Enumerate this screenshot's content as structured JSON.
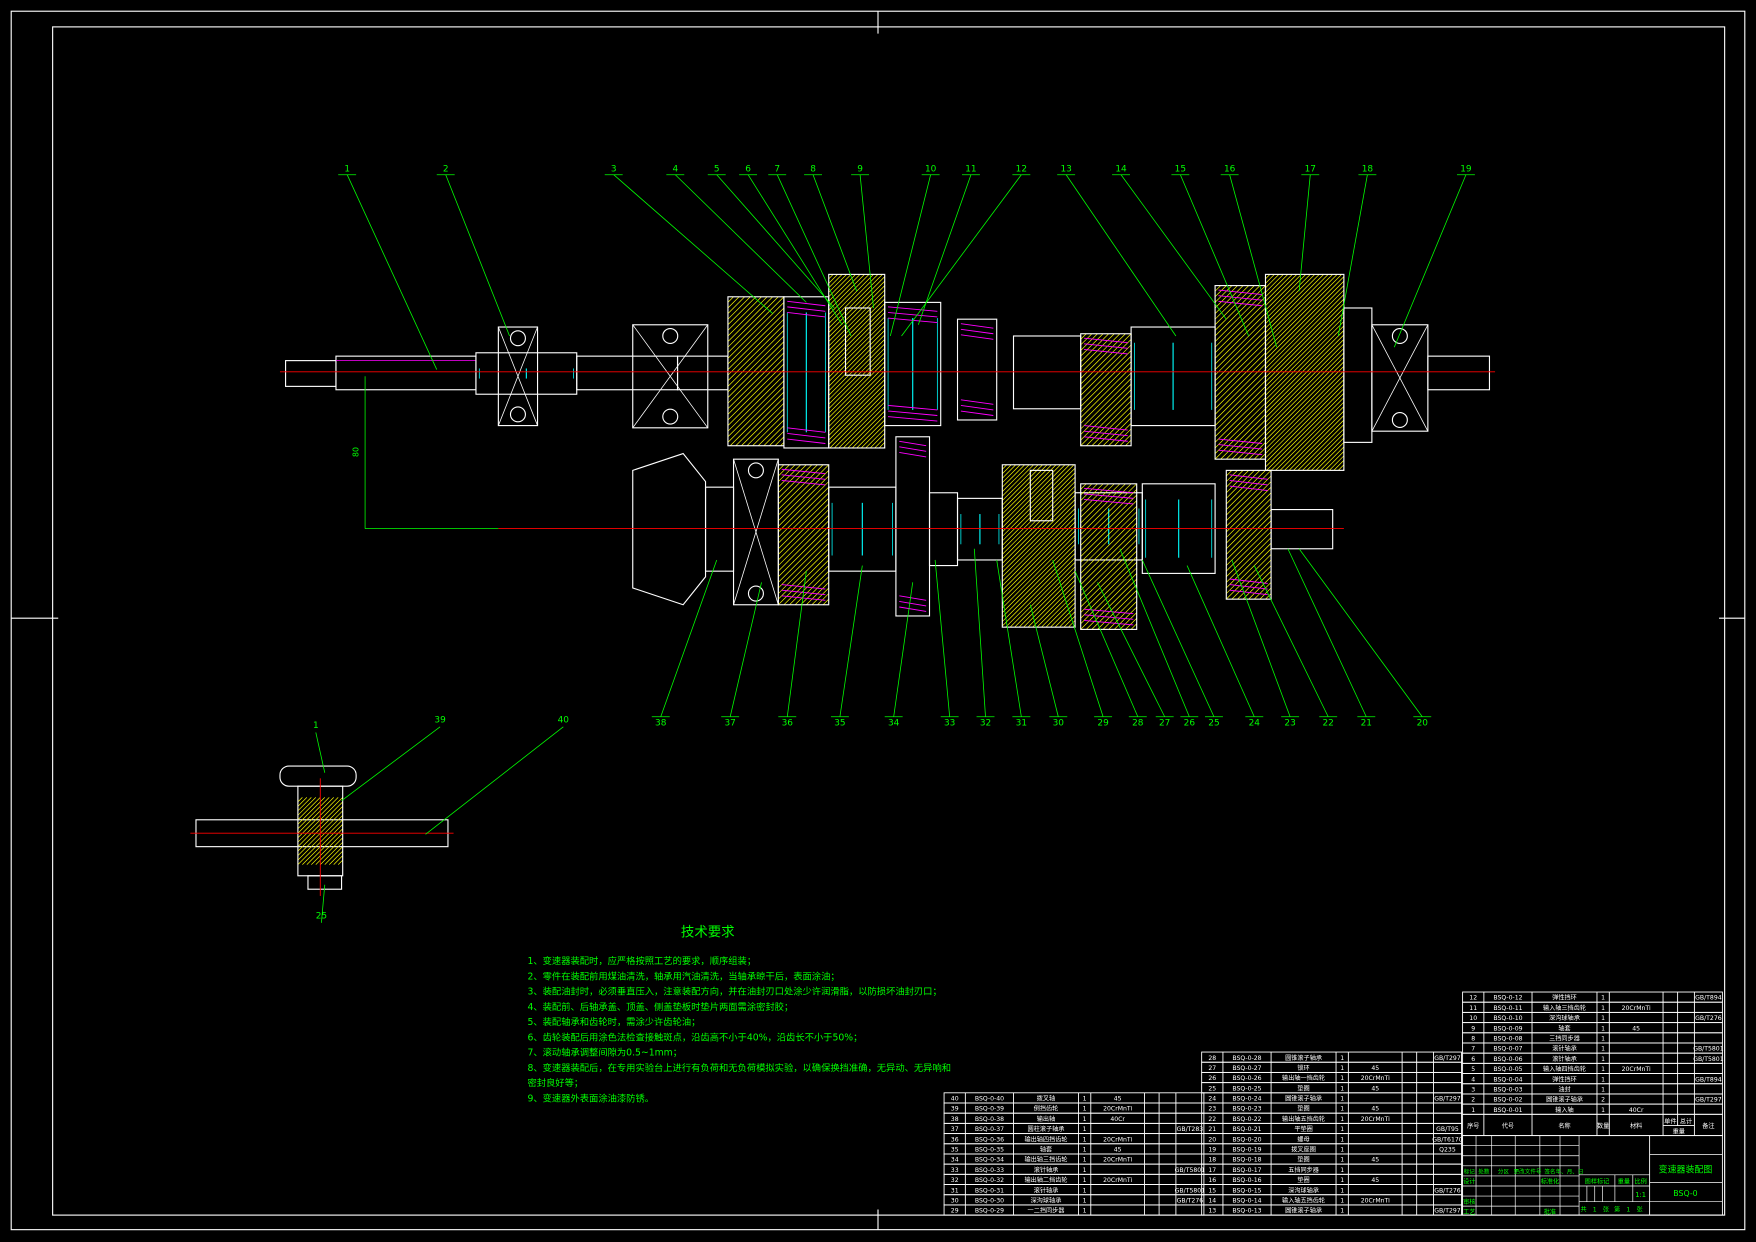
{
  "colors": {
    "background": "#000000",
    "outline": "#ffffff",
    "hatch": "#ffff00",
    "centerline": "#ff0000",
    "leader": "#00ff00",
    "bearing": "#00ffff",
    "thread": "#ff00ff"
  },
  "balloons_top": [
    "1",
    "2",
    "3",
    "4",
    "5",
    "6",
    "7",
    "8",
    "9",
    "10",
    "11",
    "12",
    "13",
    "14",
    "15",
    "16",
    "17",
    "18",
    "19"
  ],
  "balloons_bottom": [
    "38",
    "37",
    "36",
    "35",
    "34",
    "33",
    "32",
    "31",
    "30",
    "29",
    "28",
    "27",
    "26",
    "25",
    "24",
    "23",
    "22",
    "21",
    "20"
  ],
  "detail_view": {
    "balloons": [
      "1",
      "39",
      "40",
      "25"
    ]
  },
  "center_distance": "80",
  "tech_requirements": {
    "title": "技术要求",
    "items": [
      "1、变速器装配时，应严格按照工艺的要求，顺序组装；",
      "2、零件在装配前用煤油清洗，轴承用汽油清洗，当轴承晾干后，表面涂油；",
      "3、装配油封时，必须垂直压入，注意装配方向，并在油封刃口处涂少许润滑脂，以防损坏油封刃口；",
      "4、装配前、后轴承盖、顶盖、侧盖垫板时垫片两面需涂密封胶；",
      "5、装配轴承和齿轮时，需涂少许齿轮油；",
      "6、齿轮装配后用涂色法检查接触斑点，沿齿高不小于40%，沿齿长不小于50%；",
      "7、滚动轴承调整间隙为0.5~1mm；",
      "8、变速器装配后，在专用实验台上进行有负荷和无负荷模拟实验，以确保换挡准确，无异动、无异响和",
      "密封良好等；",
      "9、变速器外表面涂油漆防锈。"
    ]
  },
  "parts_header": [
    "序号",
    "代号",
    "名称",
    "数量",
    "材料",
    "单件",
    "总计",
    "备注"
  ],
  "parts_header_weight": "重量",
  "parts": [
    {
      "no": "40",
      "code": "BSQ-0-40",
      "name": "拨叉轴",
      "qty": "1",
      "material": "45",
      "note": ""
    },
    {
      "no": "39",
      "code": "BSQ-0-39",
      "name": "倒挡齿轮",
      "qty": "1",
      "material": "20CrMnTi",
      "note": ""
    },
    {
      "no": "38",
      "code": "BSQ-0-38",
      "name": "输出轴",
      "qty": "1",
      "material": "40Cr",
      "note": ""
    },
    {
      "no": "37",
      "code": "BSQ-0-37",
      "name": "圆柱滚子轴承",
      "qty": "1",
      "material": "",
      "note": "GB/T283"
    },
    {
      "no": "36",
      "code": "BSQ-0-36",
      "name": "输出轴四挡齿轮",
      "qty": "1",
      "material": "20CrMnTi",
      "note": ""
    },
    {
      "no": "35",
      "code": "BSQ-0-35",
      "name": "轴套",
      "qty": "1",
      "material": "45",
      "note": ""
    },
    {
      "no": "34",
      "code": "BSQ-0-34",
      "name": "输出轴三挡齿轮",
      "qty": "1",
      "material": "20CrMnTi",
      "note": ""
    },
    {
      "no": "33",
      "code": "BSQ-0-33",
      "name": "滚针轴承",
      "qty": "1",
      "material": "",
      "note": "GB/T5801"
    },
    {
      "no": "32",
      "code": "BSQ-0-32",
      "name": "输出轴二挡齿轮",
      "qty": "1",
      "material": "20CrMnTi",
      "note": ""
    },
    {
      "no": "31",
      "code": "BSQ-0-31",
      "name": "滚针轴承",
      "qty": "1",
      "material": "",
      "note": "GB/T5801"
    },
    {
      "no": "30",
      "code": "BSQ-0-30",
      "name": "深沟球轴承",
      "qty": "1",
      "material": "",
      "note": "GB/T276"
    },
    {
      "no": "29",
      "code": "BSQ-0-29",
      "name": "一二挡同步器",
      "qty": "1",
      "material": "",
      "note": ""
    },
    {
      "no": "28",
      "code": "BSQ-0-28",
      "name": "圆锥滚子轴承",
      "qty": "1",
      "material": "",
      "note": "GB/T297"
    },
    {
      "no": "27",
      "code": "BSQ-0-27",
      "name": "锁环",
      "qty": "1",
      "material": "45",
      "note": ""
    },
    {
      "no": "26",
      "code": "BSQ-0-26",
      "name": "输出轴一挡齿轮",
      "qty": "1",
      "material": "20CrMnTi",
      "note": ""
    },
    {
      "no": "25",
      "code": "BSQ-0-25",
      "name": "垫圈",
      "qty": "1",
      "material": "45",
      "note": ""
    },
    {
      "no": "24",
      "code": "BSQ-0-24",
      "name": "圆锥滚子轴承",
      "qty": "1",
      "material": "",
      "note": "GB/T297"
    },
    {
      "no": "23",
      "code": "BSQ-0-23",
      "name": "垫圈",
      "qty": "1",
      "material": "45",
      "note": ""
    },
    {
      "no": "22",
      "code": "BSQ-0-22",
      "name": "输出轴五挡齿轮",
      "qty": "1",
      "material": "20CrMnTi",
      "note": ""
    },
    {
      "no": "21",
      "code": "BSQ-0-21",
      "name": "平垫圈",
      "qty": "1",
      "material": "",
      "note": "GB/T95"
    },
    {
      "no": "20",
      "code": "BSQ-0-20",
      "name": "螺母",
      "qty": "1",
      "material": "",
      "note": "GB/T6170"
    },
    {
      "no": "19",
      "code": "BSQ-0-19",
      "name": "拨叉座圈",
      "qty": "1",
      "material": "",
      "note": "Q235"
    },
    {
      "no": "18",
      "code": "BSQ-0-18",
      "name": "垫圈",
      "qty": "1",
      "material": "45",
      "note": ""
    },
    {
      "no": "17",
      "code": "BSQ-0-17",
      "name": "五挡同步器",
      "qty": "1",
      "material": "",
      "note": ""
    },
    {
      "no": "16",
      "code": "BSQ-0-16",
      "name": "垫圈",
      "qty": "1",
      "material": "45",
      "note": ""
    },
    {
      "no": "15",
      "code": "BSQ-0-15",
      "name": "深沟球轴承",
      "qty": "1",
      "material": "",
      "note": "GB/T276"
    },
    {
      "no": "14",
      "code": "BSQ-0-14",
      "name": "输入轴五挡齿轮",
      "qty": "1",
      "material": "20CrMnTi",
      "note": ""
    },
    {
      "no": "13",
      "code": "BSQ-0-13",
      "name": "圆锥滚子轴承",
      "qty": "1",
      "material": "",
      "note": "GB/T297"
    },
    {
      "no": "12",
      "code": "BSQ-0-12",
      "name": "弹性挡环",
      "qty": "1",
      "material": "",
      "note": "GB/T894"
    },
    {
      "no": "11",
      "code": "BSQ-0-11",
      "name": "输入轴三挡齿轮",
      "qty": "1",
      "material": "20CrMnTi",
      "note": ""
    },
    {
      "no": "10",
      "code": "BSQ-0-10",
      "name": "深沟球轴承",
      "qty": "1",
      "material": "",
      "note": "GB/T276"
    },
    {
      "no": "9",
      "code": "BSQ-0-09",
      "name": "轴套",
      "qty": "1",
      "material": "45",
      "note": ""
    },
    {
      "no": "8",
      "code": "BSQ-0-08",
      "name": "三挡同步器",
      "qty": "1",
      "material": "",
      "note": ""
    },
    {
      "no": "7",
      "code": "BSQ-0-07",
      "name": "滚针轴承",
      "qty": "1",
      "material": "",
      "note": "GB/T5801"
    },
    {
      "no": "6",
      "code": "BSQ-0-06",
      "name": "滚针轴承",
      "qty": "1",
      "material": "",
      "note": "GB/T5801"
    },
    {
      "no": "5",
      "code": "BSQ-0-05",
      "name": "输入轴四挡齿轮",
      "qty": "1",
      "material": "20CrMnTi",
      "note": ""
    },
    {
      "no": "4",
      "code": "BSQ-0-04",
      "name": "弹性挡环",
      "qty": "1",
      "material": "",
      "note": "GB/T894"
    },
    {
      "no": "3",
      "code": "BSQ-0-03",
      "name": "油封",
      "qty": "1",
      "material": "",
      "note": ""
    },
    {
      "no": "2",
      "code": "BSQ-0-02",
      "name": "圆锥滚子轴承",
      "qty": "2",
      "material": "",
      "note": "GB/T297"
    },
    {
      "no": "1",
      "code": "BSQ-0-01",
      "name": "输入轴",
      "qty": "1",
      "material": "40Cr",
      "note": ""
    }
  ],
  "title_block": {
    "title": "变速器装配图",
    "drawing_no": "BSQ-0",
    "scale_label": "比例",
    "scale": "1:1",
    "mark_label": "图样标记",
    "weight_label": "重量",
    "sheets": [
      "共",
      "1",
      "张",
      "第",
      "1",
      "张"
    ],
    "change_headers": [
      "标记",
      "处数",
      "分区",
      "更改文件号",
      "签名",
      "年、月、日"
    ],
    "roles": [
      "设计",
      "标准化",
      "审核",
      "工艺",
      "批准"
    ]
  }
}
